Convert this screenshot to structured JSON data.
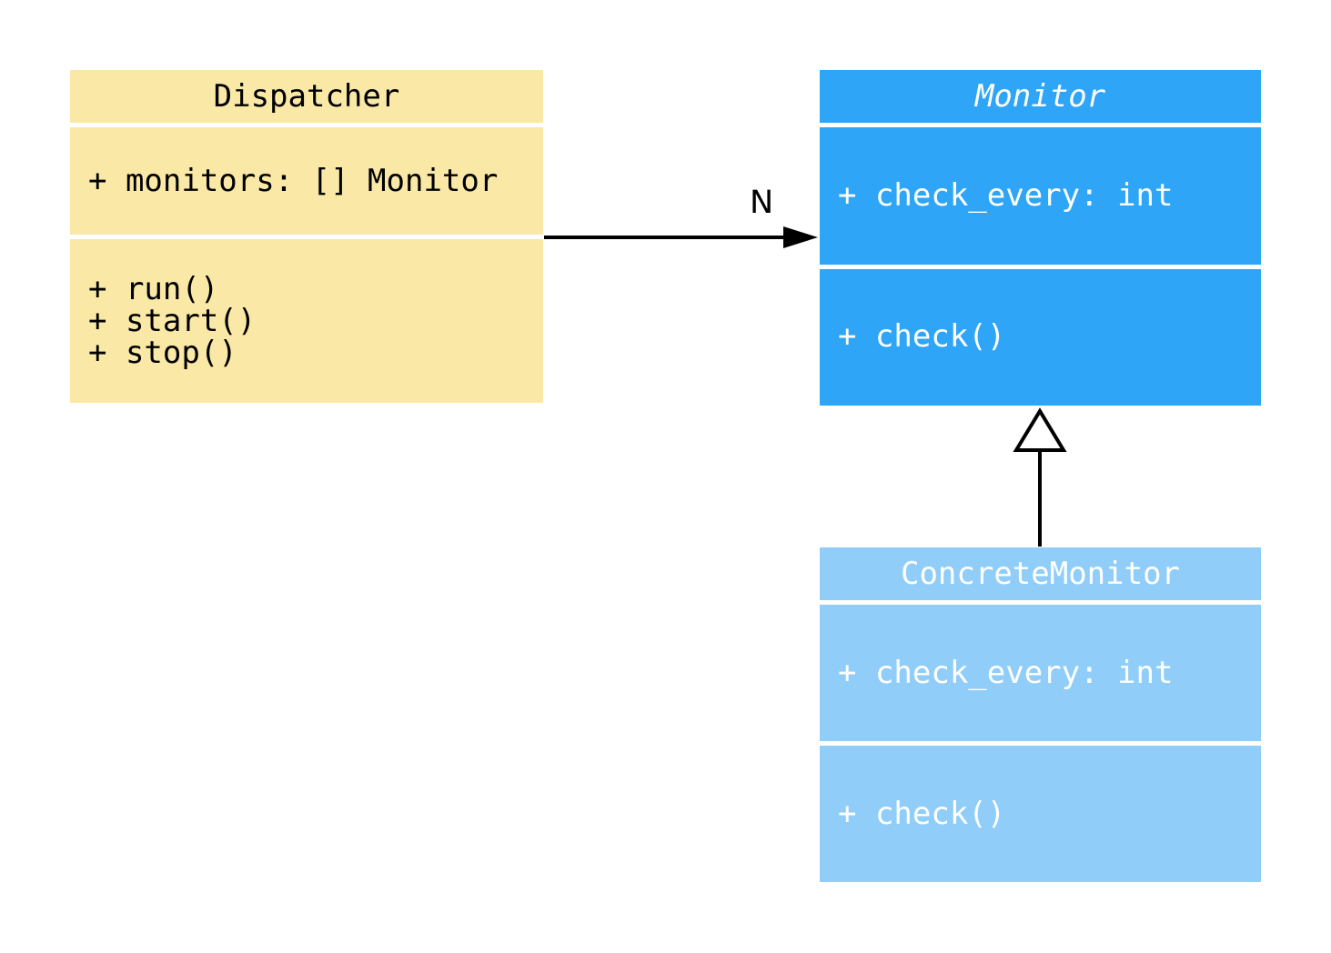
{
  "diagram": {
    "kind": "uml-class-diagram"
  },
  "classes": [
    {
      "id": "dispatcher",
      "name": "Dispatcher",
      "abstract": false,
      "fill": "#FAE8A6",
      "text_color": "#000000",
      "attributes": [
        "+ monitors: [] Monitor"
      ],
      "methods": [
        "+ run()",
        "+ start()",
        "+ stop()"
      ]
    },
    {
      "id": "monitor",
      "name": "Monitor",
      "abstract": true,
      "fill": "#2EA5F7",
      "text_color": "#ffffff",
      "attributes": [
        "+ check_every: int"
      ],
      "methods": [
        "+ check()"
      ]
    },
    {
      "id": "concrete-monitor",
      "name": "ConcreteMonitor",
      "abstract": false,
      "fill": "#90CDF8",
      "text_color": "#ffffff",
      "attributes": [
        "+ check_every: int"
      ],
      "methods": [
        "+ check()"
      ]
    }
  ],
  "relationships": [
    {
      "type": "association",
      "from": "Dispatcher",
      "to": "Monitor",
      "label": "N",
      "arrow": "filled-arrowhead"
    },
    {
      "type": "generalization",
      "from": "ConcreteMonitor",
      "to": "Monitor",
      "label": "",
      "arrow": "hollow-triangle"
    }
  ],
  "colors": {
    "background": "#ffffff",
    "connector": "#000000"
  }
}
